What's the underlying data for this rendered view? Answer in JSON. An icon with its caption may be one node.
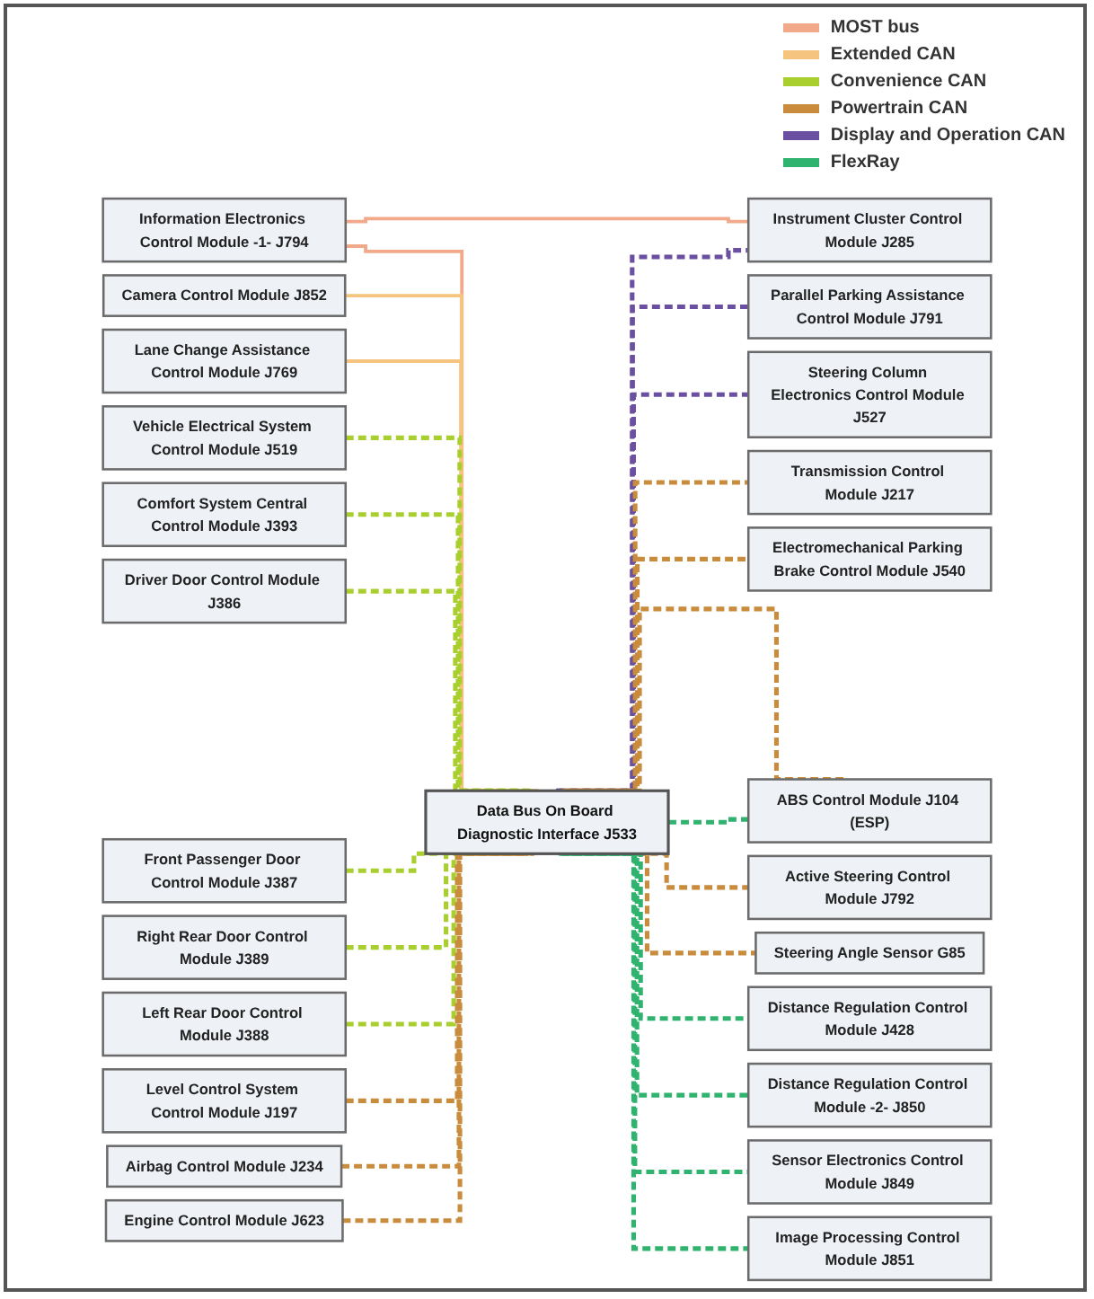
{
  "diagram": {
    "nodes": [
      {
        "text": [
          "Information Electronics Control Module -1- J794"
        ]
      },
      {
        "text": [
          "Camera Control Module J852"
        ]
      },
      {
        "text": [
          "Lane Change Assistance Control Module J769"
        ]
      },
      {
        "text": [
          "Data Bus On Board Diagnostic Interface J533"
        ]
      },
      {
        "text": [
          "Instrument Cluster Control Module J285"
        ]
      },
      {
        "text": [
          "Vehicle Electrical System Control Module J519"
        ]
      },
      {
        "text": [
          "Level Control System Control Module J197"
        ]
      },
      {
        "text": [
          "Parallel Parking Assistance Control Module J791"
        ]
      },
      {
        "text": [
          "Comfort System Central Control Module J393"
        ]
      },
      {
        "text": [
          "Airbag Control Module J234"
        ]
      },
      {
        "text": [
          "Steering Column Electronics Control Module J527"
        ]
      },
      {
        "text": [
          "Engine Control Module J623"
        ]
      },
      {
        "text": [
          "Distance Regulation Control Module J428"
        ]
      },
      {
        "text": [
          "Driver Door Control Module J386"
        ]
      },
      {
        "text": [
          "Transmission Control Module J217"
        ]
      },
      {
        "text": [
          "Distance Regulation Control Module -2- J850"
        ]
      },
      {
        "text": [
          "Front Passenger Door Control Module J387"
        ]
      },
      {
        "text": [
          "Electromechanical Parking Brake Control Module J540"
        ]
      },
      {
        "text": [
          "ABS Control Module J104 (ESP)"
        ]
      },
      {
        "text": [
          "Right Rear Door Control Module J389"
        ]
      },
      {
        "text": [
          "Active Steering Control Module J792"
        ]
      },
      {
        "text": [
          "Sensor Electronics Control Module J849"
        ]
      },
      {
        "text": [
          "Left Rear Door Control Module J388"
        ]
      },
      {
        "text": [
          "Steering Angle Sensor G85"
        ]
      },
      {
        "text": [
          "Image Processing Control Module J851"
        ]
      }
    ],
    "edges": [
      {
        "from": 0,
        "to": 3,
        "arrow": "none",
        "color": "#f2a98a"
      },
      {
        "from": 0,
        "to": 4,
        "arrow": "none",
        "color": "#f2a98a"
      },
      {
        "from": 1,
        "to": 3,
        "arrow": "none",
        "color": "#f5c57f"
      },
      {
        "from": 2,
        "to": 3,
        "arrow": "none",
        "color": "#f5c57f"
      },
      {
        "from": 3,
        "to": 4,
        "arrow": "none",
        "style": "dashed",
        "color": "#6b4fa0"
      },
      {
        "from": 3,
        "to": 7,
        "arrow": "none",
        "style": "dashed",
        "color": "#6b4fa0"
      },
      {
        "from": 3,
        "to": 10,
        "arrow": "none",
        "style": "dashed",
        "color": "#6b4fa0"
      },
      {
        "from": 5,
        "to": 3,
        "arrow": "none",
        "style": "dashed",
        "color": "#a8cf2e"
      },
      {
        "from": 8,
        "to": 3,
        "arrow": "none",
        "style": "dashed",
        "color": "#a8cf2e"
      },
      {
        "from": 13,
        "to": 3,
        "arrow": "none",
        "style": "dashed",
        "color": "#a8cf2e"
      },
      {
        "from": 16,
        "to": 3,
        "arrow": "none",
        "style": "dashed",
        "color": "#a8cf2e"
      },
      {
        "from": 19,
        "to": 3,
        "arrow": "none",
        "style": "dashed",
        "color": "#a8cf2e"
      },
      {
        "from": 22,
        "to": 3,
        "arrow": "none",
        "style": "dashed",
        "color": "#a8cf2e"
      },
      {
        "from": 6,
        "to": 3,
        "arrow": "none",
        "style": "dashed",
        "color": "#c98b3c"
      },
      {
        "from": 9,
        "to": 3,
        "arrow": "none",
        "style": "dashed",
        "color": "#c98b3c"
      },
      {
        "from": 11,
        "to": 3,
        "arrow": "none",
        "style": "dashed",
        "color": "#c98b3c"
      },
      {
        "from": 3,
        "to": 14,
        "arrow": "none",
        "style": "dashed",
        "color": "#c98b3c"
      },
      {
        "from": 3,
        "to": 17,
        "arrow": "none",
        "style": "dashed",
        "color": "#c98b3c"
      },
      {
        "from": 3,
        "to": 18,
        "arrow": "none",
        "style": "dashed",
        "color": "#c98b3c"
      },
      {
        "from": 3,
        "to": 20,
        "arrow": "none",
        "style": "dashed",
        "color": "#c98b3c"
      },
      {
        "from": 3,
        "to": 23,
        "arrow": "none",
        "style": "dashed",
        "color": "#c98b3c"
      },
      {
        "from": 3,
        "to": 12,
        "arrow": "none",
        "style": "dashed",
        "color": "#2fb36e"
      },
      {
        "from": 3,
        "to": 15,
        "arrow": "none",
        "style": "dashed",
        "color": "#2fb36e"
      },
      {
        "from": 3,
        "to": 18,
        "arrow": "none",
        "style": "dashed",
        "color": "#2fb36e"
      },
      {
        "from": 3,
        "to": 21,
        "arrow": "none",
        "style": "dashed",
        "color": "#2fb36e"
      },
      {
        "from": 3,
        "to": 24,
        "arrow": "none",
        "style": "dashed",
        "color": "#2fb36e"
      }
    ],
    "legend": [
      {
        "text": "MOST bus",
        "color": "#f2a98a"
      },
      {
        "text": "Extended CAN",
        "color": "#f5c57f"
      },
      {
        "text": "Convenience CAN",
        "color": "#a8cf2e"
      },
      {
        "text": "Powertrain CAN",
        "color": "#c98b3c"
      },
      {
        "text": "Display and Operation CAN",
        "color": "#6b4fa0"
      },
      {
        "text": "FlexRay",
        "color": "#2fb36e"
      }
    ]
  }
}
